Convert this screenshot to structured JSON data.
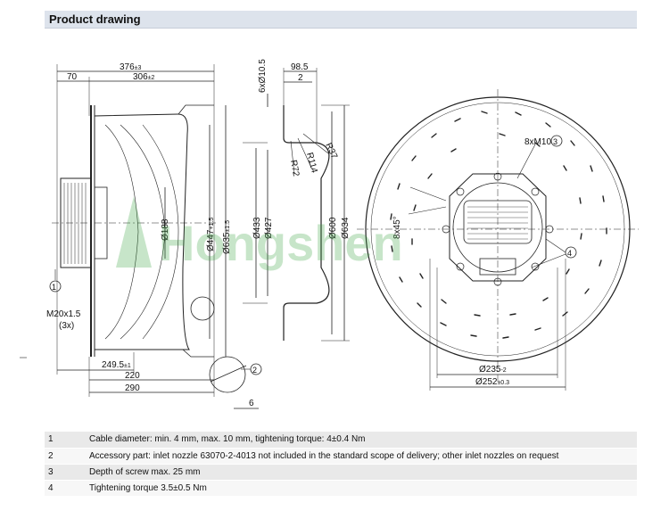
{
  "header": {
    "title": "Product drawing"
  },
  "dimensions": {
    "overall_depth": "376",
    "overall_depth_tol": "±3",
    "inlet_offset": "70",
    "body_depth": "306",
    "body_depth_tol": "±2",
    "motor_dia": "Ø188",
    "wheel_dia": "Ø447",
    "wheel_dia_tol": "+1.5",
    "outer_dia": "Ø635",
    "outer_dia_tol": "±1.5",
    "mount_depth": "249.5",
    "mount_depth_tol": "±1",
    "d220": "220",
    "d290": "290",
    "d6": "6",
    "nozzle_hole": "6xØ10.5",
    "nozzle_depth": "98.5",
    "nozzle_2": "2",
    "r37": "R37",
    "r114": "R114",
    "r72": "R72",
    "d433": "Ø433",
    "d427": "Ø427",
    "d600": "Ø600",
    "d634": "Ø634",
    "bolts": "8xM10",
    "angle": "8x45°",
    "d235": "Ø235",
    "d235_tol": "-2",
    "d252": "Ø252",
    "d252_tol": "±0.3",
    "cable_thread": "M20x1.5",
    "cable_count": "(3x)",
    "callout_1": "1",
    "callout_2": "2",
    "callout_3": "3",
    "callout_4": "4"
  },
  "watermark": {
    "text": "Hongshen"
  },
  "notes": [
    {
      "num": "1",
      "text": "Cable diameter: min. 4 mm, max. 10 mm, tightening torque: 4±0.4 Nm"
    },
    {
      "num": "2",
      "text": "Accessory part: inlet nozzle 63070-2-4013 not included in the standard scope of delivery; other inlet nozzles on request"
    },
    {
      "num": "3",
      "text": "Depth of screw max. 25 mm"
    },
    {
      "num": "4",
      "text": "Tightening torque 3.5±0.5 Nm"
    }
  ]
}
